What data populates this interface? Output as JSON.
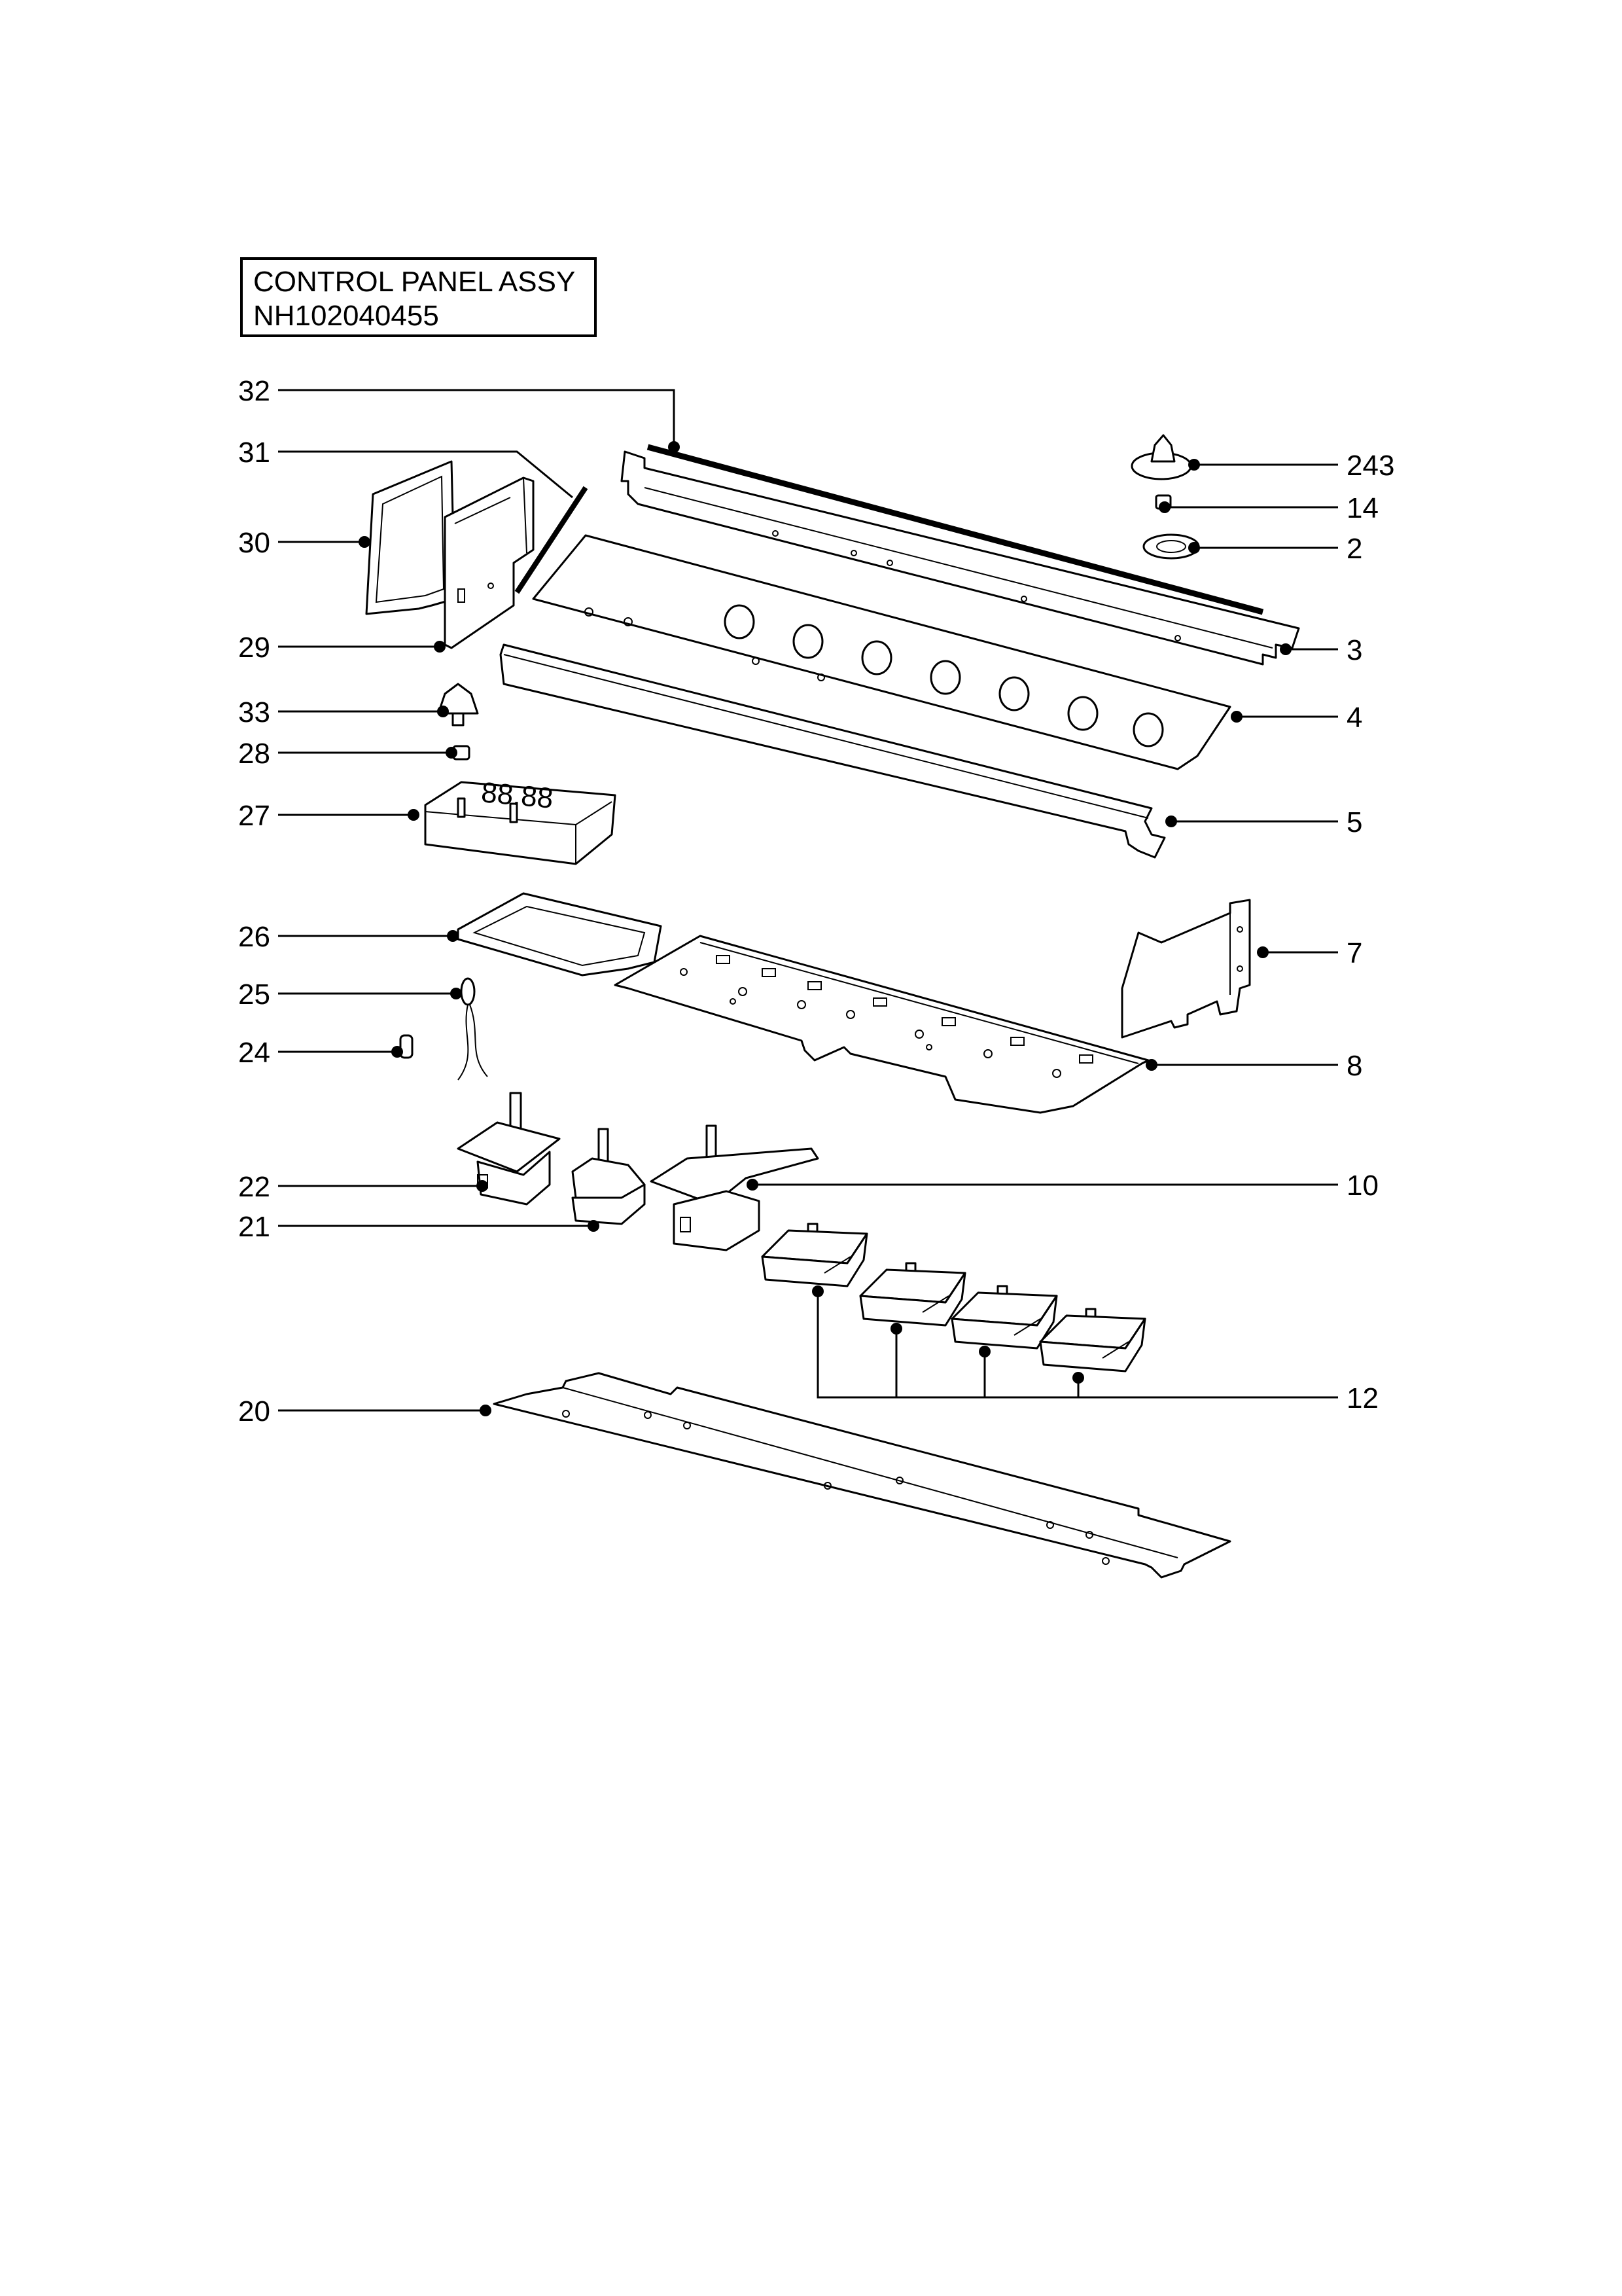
{
  "title": {
    "line1": "CONTROL PANEL ASSY",
    "line2": "NH102040455"
  },
  "callouts": {
    "c32": "32",
    "c31": "31",
    "c30": "30",
    "c29": "29",
    "c33": "33",
    "c28": "28",
    "c27": "27",
    "c26": "26",
    "c25": "25",
    "c24": "24",
    "c22": "22",
    "c21": "21",
    "c20": "20",
    "c243": "243",
    "c14": "14",
    "c2": "2",
    "c3": "3",
    "c4": "4",
    "c5": "5",
    "c7": "7",
    "c8": "8",
    "c10": "10",
    "c12": "12"
  },
  "display_readout": "88.88"
}
